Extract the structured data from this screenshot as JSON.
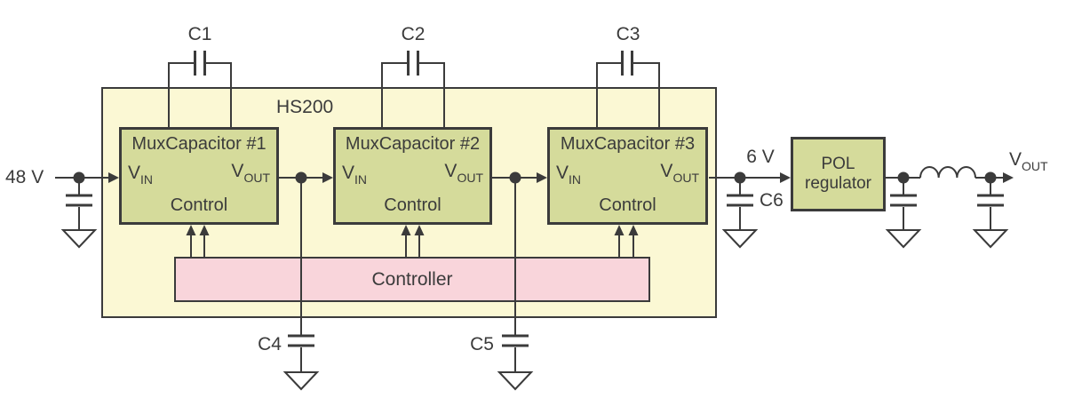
{
  "colors": {
    "background": "#FFFFFF",
    "module_fill": "#FBF8D4",
    "block_fill": "#D5DB9B",
    "controller_fill": "#F9D5DB",
    "line": "#3B3B3B"
  },
  "input": {
    "voltage_label": "48 V"
  },
  "hs200": {
    "label": "HS200",
    "mux_capacitors": [
      {
        "title": "MuxCapacitor #1"
      },
      {
        "title": "MuxCapacitor #2"
      },
      {
        "title": "MuxCapacitor #3"
      }
    ],
    "pin_labels": {
      "v": "V",
      "in_sub": "IN",
      "out_sub": "OUT",
      "control": "Control"
    },
    "controller_label": "Controller"
  },
  "capacitors": {
    "c1": "C1",
    "c2": "C2",
    "c3": "C3",
    "c4": "C4",
    "c5": "C5",
    "c6": "C6"
  },
  "pol_stage": {
    "input_voltage_label": "6 V",
    "box_line1": "POL",
    "box_line2": "regulator"
  },
  "output": {
    "v": "V",
    "sub": "OUT"
  }
}
